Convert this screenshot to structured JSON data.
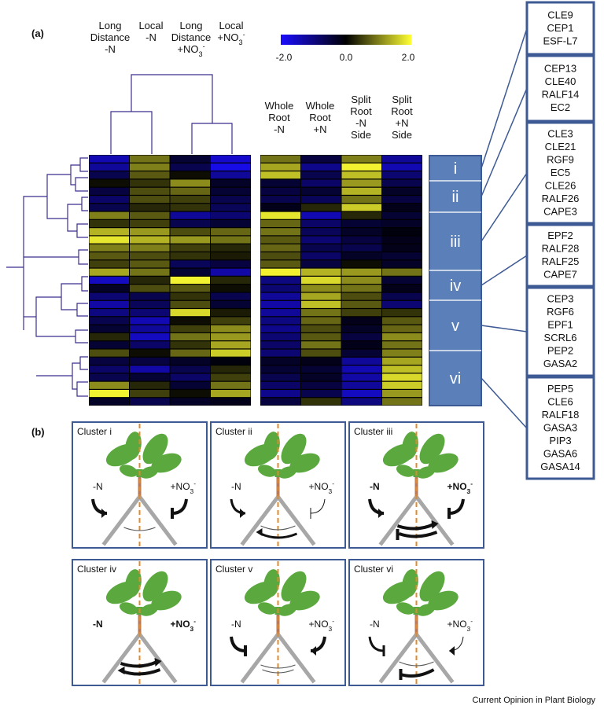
{
  "panel_a_label": "(a)",
  "panel_b_label": "(b)",
  "credit": "Current Opinion in Plant Biology",
  "colorbar": {
    "min_label": "-2.0",
    "mid_label": "0.0",
    "max_label": "2.0",
    "colors": [
      "#1a0dff",
      "#000000",
      "#ffff33"
    ]
  },
  "left_columns": [
    [
      "Long",
      "Distance",
      "-N"
    ],
    [
      "Local",
      "-N"
    ],
    [
      "Long",
      "Distance",
      "+NO3-"
    ],
    [
      "Local",
      "+NO3-"
    ]
  ],
  "right_columns": [
    [
      "Whole",
      "Root",
      "-N"
    ],
    [
      "Whole",
      "Root",
      "+N"
    ],
    [
      "Split",
      "Root",
      "-N",
      "Side"
    ],
    [
      "Split",
      "Root",
      "+N",
      "Side"
    ]
  ],
  "heatmap_left": [
    [
      -1.4,
      0.9,
      -0.4,
      -1.6
    ],
    [
      -1.2,
      1.0,
      -0.6,
      -1.8
    ],
    [
      -0.6,
      0.7,
      0.1,
      -1.2
    ],
    [
      0.1,
      0.4,
      1.1,
      -0.3
    ],
    [
      -0.5,
      0.6,
      0.8,
      -0.4
    ],
    [
      -0.8,
      0.6,
      0.5,
      -0.6
    ],
    [
      -0.6,
      0.3,
      0.4,
      -0.7
    ],
    [
      1.0,
      0.7,
      -1.2,
      -0.9
    ],
    [
      0.4,
      0.5,
      -0.6,
      -0.4
    ],
    [
      1.4,
      1.2,
      0.6,
      0.8
    ],
    [
      1.8,
      1.4,
      1.2,
      0.9
    ],
    [
      1.0,
      1.0,
      0.5,
      0.3
    ],
    [
      0.7,
      0.6,
      0.4,
      0.2
    ],
    [
      0.5,
      0.7,
      -0.7,
      -0.5
    ],
    [
      1.3,
      0.9,
      -0.4,
      -1.3
    ],
    [
      -1.5,
      0.3,
      1.9,
      0.3
    ],
    [
      -0.3,
      0.6,
      0.7,
      0.1
    ],
    [
      -0.9,
      -0.6,
      0.4,
      -0.6
    ],
    [
      -1.3,
      -0.7,
      0.6,
      -0.4
    ],
    [
      -1.0,
      -0.9,
      1.7,
      0.2
    ],
    [
      -0.6,
      -1.4,
      0.1,
      0.5
    ],
    [
      -0.4,
      -1.2,
      0.5,
      1.1
    ],
    [
      0.3,
      -1.5,
      0.9,
      1.2
    ],
    [
      -0.4,
      -0.8,
      0.4,
      1.3
    ],
    [
      0.6,
      0.1,
      0.8,
      1.6
    ],
    [
      -0.5,
      -0.5,
      -0.3,
      -0.1
    ],
    [
      -0.8,
      -1.3,
      -0.6,
      0.3
    ],
    [
      -0.6,
      -0.4,
      -0.8,
      0.5
    ],
    [
      1.1,
      0.3,
      -0.4,
      0.9
    ],
    [
      1.9,
      0.5,
      0.1,
      1.3
    ],
    [
      -0.3,
      -0.6,
      -0.3,
      -0.2
    ]
  ],
  "heatmap_right": [
    [
      0.9,
      -0.5,
      1.0,
      -1.2
    ],
    [
      1.3,
      -1.1,
      1.9,
      -1.4
    ],
    [
      1.5,
      -0.6,
      1.5,
      -0.9
    ],
    [
      -0.4,
      -0.8,
      1.2,
      -0.6
    ],
    [
      -0.5,
      -0.4,
      1.4,
      -0.3
    ],
    [
      -0.6,
      -0.7,
      0.9,
      -0.5
    ],
    [
      -0.2,
      0.3,
      1.6,
      -0.2
    ],
    [
      1.8,
      -1.4,
      0.3,
      -0.4
    ],
    [
      0.8,
      -0.8,
      -0.4,
      -0.3
    ],
    [
      0.9,
      -0.7,
      -0.3,
      -0.1
    ],
    [
      0.7,
      -0.9,
      -0.5,
      -0.2
    ],
    [
      0.8,
      -0.6,
      -0.6,
      -0.2
    ],
    [
      0.6,
      -0.8,
      -0.3,
      -0.4
    ],
    [
      0.7,
      -0.5,
      0.1,
      -0.3
    ],
    [
      1.9,
      1.4,
      1.2,
      0.9
    ],
    [
      -1.0,
      1.7,
      1.1,
      -0.4
    ],
    [
      -0.9,
      1.1,
      0.9,
      -0.2
    ],
    [
      -1.2,
      1.3,
      0.6,
      -0.6
    ],
    [
      -1.3,
      1.5,
      0.7,
      -0.9
    ],
    [
      -1.2,
      0.9,
      0.5,
      0.4
    ],
    [
      -1.0,
      0.8,
      -0.2,
      0.7
    ],
    [
      -1.1,
      0.6,
      -0.3,
      0.8
    ],
    [
      -0.9,
      0.7,
      -0.5,
      1.1
    ],
    [
      -0.8,
      0.9,
      -0.2,
      0.9
    ],
    [
      -0.9,
      0.6,
      -0.4,
      1.0
    ],
    [
      -0.3,
      -0.2,
      -1.2,
      1.3
    ],
    [
      -0.4,
      -0.4,
      -1.4,
      1.5
    ],
    [
      -0.6,
      -0.3,
      -1.3,
      1.7
    ],
    [
      -0.8,
      -0.5,
      -1.2,
      1.6
    ],
    [
      -1.1,
      -0.6,
      -1.5,
      1.2
    ],
    [
      -0.5,
      0.4,
      -1.0,
      0.9
    ]
  ],
  "clusters": [
    {
      "roman": "i",
      "genes": [
        "CLE9",
        "CEP1",
        "ESF-L7"
      ]
    },
    {
      "roman": "ii",
      "genes": [
        "CEP13",
        "CLE40",
        "RALF14",
        "EC2"
      ]
    },
    {
      "roman": "iii",
      "genes": [
        "CLE3",
        "CLE21",
        "RGF9",
        "EC5",
        "CLE26",
        "RALF26",
        "CAPE3"
      ]
    },
    {
      "roman": "iv",
      "genes": [
        "EPF2",
        "RALF28",
        "RALF25",
        "CAPE7"
      ]
    },
    {
      "roman": "v",
      "genes": [
        "CEP3",
        "RGF6",
        "EPF1",
        "SCRL6",
        "PEP2",
        "GASA2"
      ]
    },
    {
      "roman": "vi",
      "genes": [
        "PEP5",
        "CLE6",
        "RALF18",
        "GASA3",
        "PIP3",
        "GASA6",
        "GASA14"
      ]
    }
  ],
  "cluster_panels": [
    {
      "title": "Cluster i",
      "left_label": "-N",
      "right_label": "+NO3-",
      "left_bold": false,
      "right_bold": false
    },
    {
      "title": "Cluster ii",
      "left_label": "-N",
      "right_label": "+NO3-",
      "left_bold": false,
      "right_bold": false
    },
    {
      "title": "Cluster iii",
      "left_label": "-N",
      "right_label": "+NO3-",
      "left_bold": true,
      "right_bold": true
    },
    {
      "title": "Cluster iv",
      "left_label": "-N",
      "right_label": "+NO3-",
      "left_bold": true,
      "right_bold": true
    },
    {
      "title": "Cluster v",
      "left_label": "-N",
      "right_label": "+NO3-",
      "left_bold": false,
      "right_bold": false
    },
    {
      "title": "Cluster vi",
      "left_label": "-N",
      "right_label": "+NO3-",
      "left_bold": false,
      "right_bold": false
    }
  ]
}
